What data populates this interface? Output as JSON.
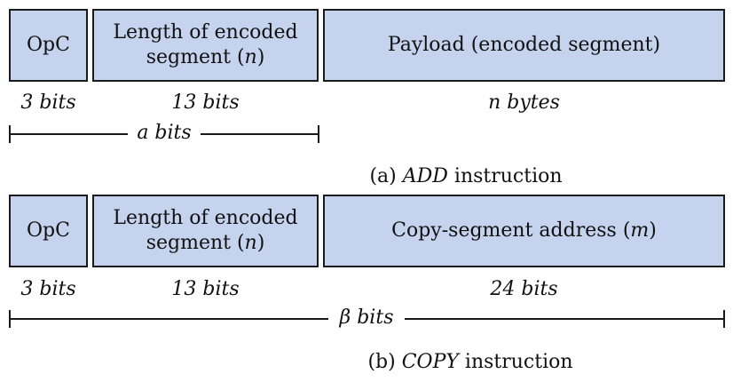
{
  "colors": {
    "box_fill": "#c5d3ee",
    "border": "#1a1a1a"
  },
  "diagram_a": {
    "opc": "OpC",
    "length_line1": "Length of encoded",
    "length_line2": "segment (",
    "length_var": "n",
    "length_close": ")",
    "payload": "Payload (encoded segment)",
    "opc_bits": "3 bits",
    "length_bits": "13 bits",
    "payload_size": "n bytes",
    "span_label": "a bits",
    "caption_prefix": "(a)",
    "caption_name": "ADD",
    "caption_suffix": "instruction"
  },
  "diagram_b": {
    "opc": "OpC",
    "length_line1": "Length of encoded",
    "length_line2": "segment (",
    "length_var": "n",
    "length_close": ")",
    "address_text": "Copy-segment address (",
    "address_var": "m",
    "address_close": ")",
    "opc_bits": "3 bits",
    "length_bits": "13 bits",
    "address_bits": "24 bits",
    "span_label": "β bits",
    "caption_prefix": "(b)",
    "caption_name": "COPY",
    "caption_suffix": "instruction"
  }
}
